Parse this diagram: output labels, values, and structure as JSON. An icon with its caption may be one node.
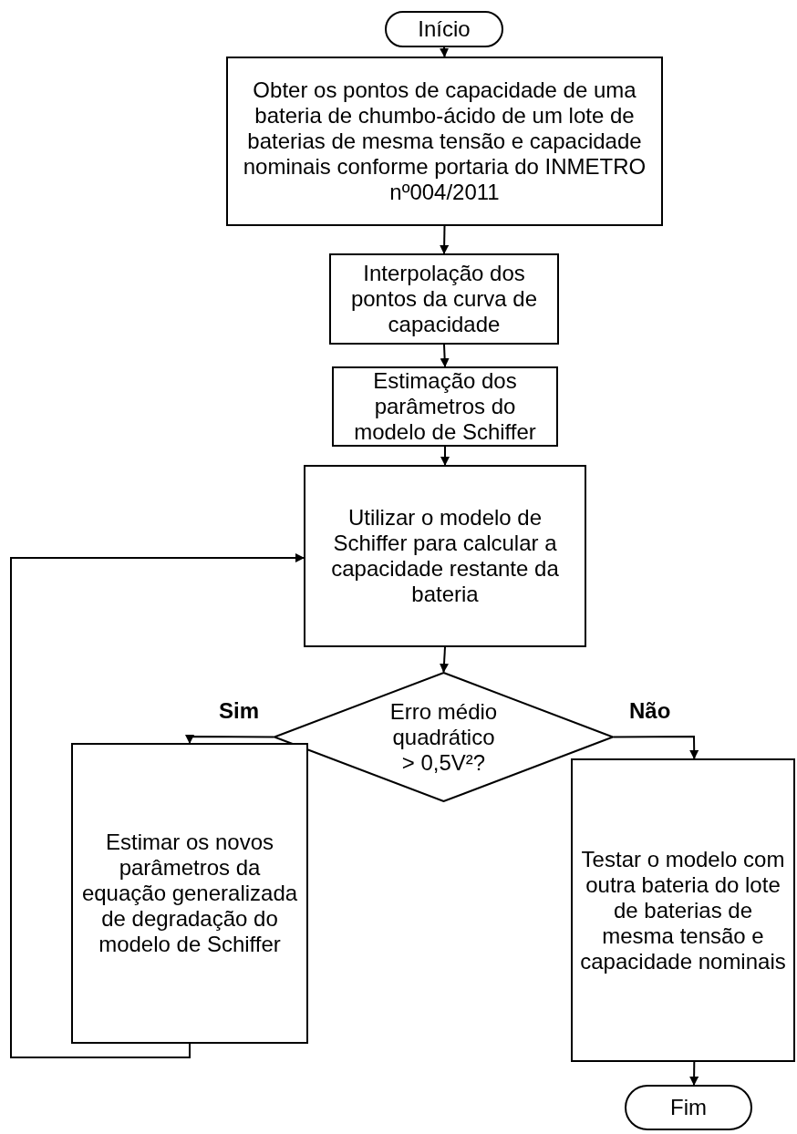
{
  "diagram": {
    "nodes": [
      {
        "text": [
          "Início"
        ]
      },
      {
        "text": [
          "Obter os pontos de capacidade de uma bateria de chumbo-ácido de um lote de baterias de mesma tensão e capacidade nominais conforme portaria do INMETRO nº004/2011"
        ]
      },
      {
        "text": [
          "Interpolação dos pontos da curva de capacidade"
        ]
      },
      {
        "text": [
          "Estimação dos parâmetros do modelo de Schiffer"
        ]
      },
      {
        "text": [
          "Utilizar o modelo de Schiffer para calcular a capacidade restante da bateria"
        ]
      },
      {
        "text": [
          "Erro médio quadrático > 0,5V²?"
        ]
      },
      {
        "text": [
          "Estimar os novos parâmetros da equação generalizada de degradação do modelo de Schiffer"
        ]
      },
      {
        "text": [
          "Testar o modelo com outra bateria do lote de baterias de mesma tensão e capacidade nominais"
        ]
      },
      {
        "text": [
          "Fim"
        ]
      }
    ],
    "edges": [
      {
        "from": 0,
        "to": 1,
        "arrow": "to"
      },
      {
        "from": 1,
        "to": 2,
        "arrow": "to"
      },
      {
        "from": 2,
        "to": 3,
        "arrow": "to"
      },
      {
        "from": 3,
        "to": 4,
        "arrow": "to"
      },
      {
        "from": 4,
        "to": 5,
        "arrow": "to"
      },
      {
        "from": 5,
        "to": 6,
        "arrow": "to",
        "label": "Sim"
      },
      {
        "from": 5,
        "to": 7,
        "arrow": "to",
        "label": "Não"
      },
      {
        "from": 6,
        "to": 4,
        "arrow": "to"
      },
      {
        "from": 7,
        "to": 8,
        "arrow": "to"
      }
    ]
  }
}
